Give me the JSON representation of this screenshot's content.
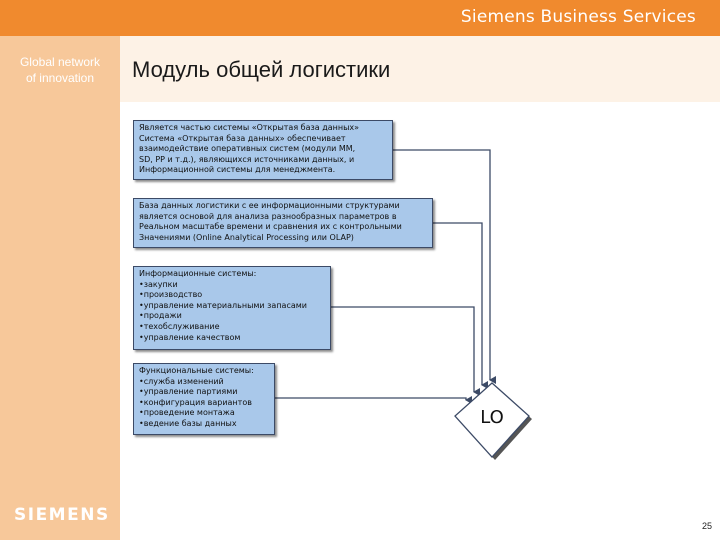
{
  "header": {
    "brand": "Siemens Business Services"
  },
  "sidebar": {
    "tagline_line1": "Global network",
    "tagline_line2": "of innovation",
    "logo": "SIEMENS"
  },
  "slide": {
    "title": "Модуль общей логистики",
    "page_number": "25"
  },
  "colors": {
    "orange": "#f08a2e",
    "sidebar": "#f7c89a",
    "box": "#a9c8ea",
    "line": "#3c4a66"
  },
  "diagram": {
    "box1": {
      "lines": [
        "Является частью системы «Открытая база данных»",
        "Система «Открытая база данных» обеспечивает",
        "взаимодействие оперативных систем (модули MM,",
        "SD, PP и т.д.), являющихся источниками данных, и",
        "Информационной системы для менеджмента."
      ]
    },
    "box2": {
      "lines": [
        "База данных логистики с ее информационными структурами",
        "является основой для анализа разнообразных параметров в",
        "Реальном масштабе времени и сравнения их с контрольными",
        "Значениями (Online Analytical Processing или OLAP)"
      ]
    },
    "box3": {
      "heading": "Информационные системы:",
      "items": [
        "закупки",
        "производство",
        "управление материальными запасами",
        "продажи",
        "техобслуживание",
        "управление качеством"
      ]
    },
    "box4": {
      "heading": "Функциональные системы:",
      "items": [
        "служба изменений",
        "управление партиями",
        "конфигурация вариантов",
        "проведение монтажа",
        "ведение базы данных"
      ]
    },
    "target": {
      "label": "LO"
    }
  }
}
